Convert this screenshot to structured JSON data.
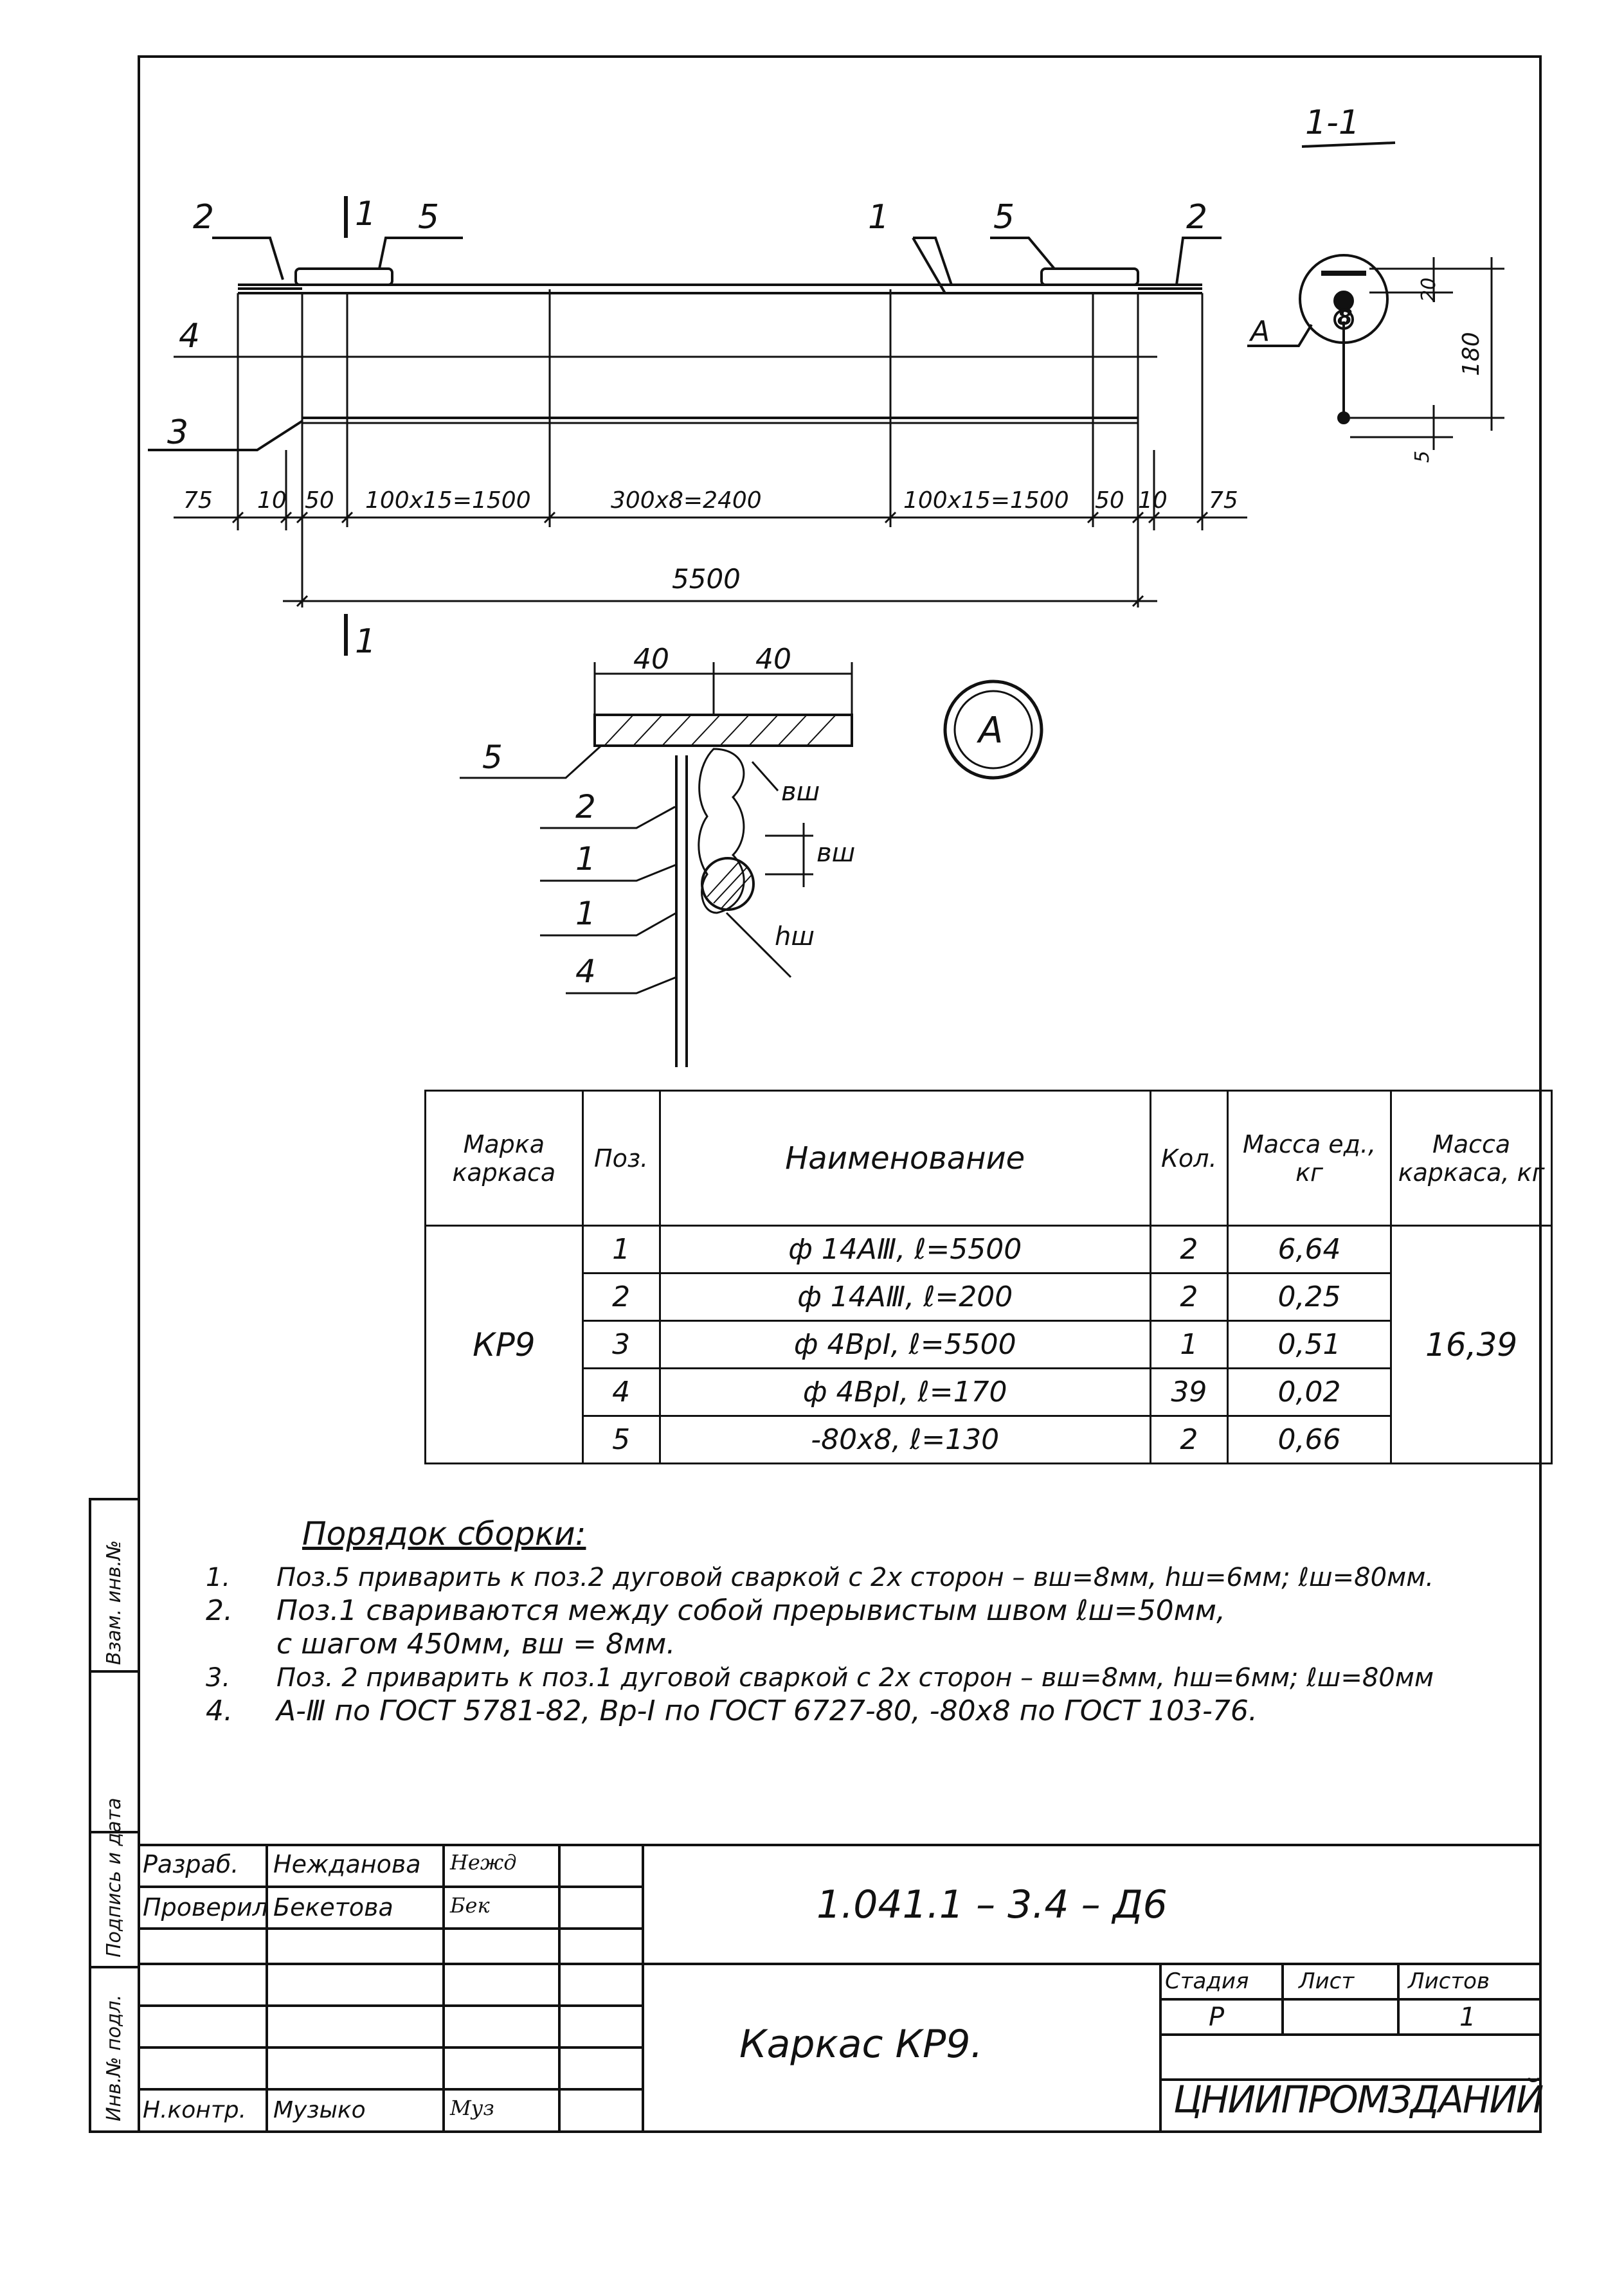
{
  "section_label": "1-1",
  "elevation": {
    "callouts": [
      "2",
      "5",
      "1",
      "5",
      "2",
      "4",
      "3"
    ],
    "cut_label": "1",
    "dims": [
      "75",
      "10",
      "50",
      "100х15=1500",
      "300х8=2400",
      "100х15=1500",
      "50",
      "10",
      "75"
    ],
    "overall_dim": "5500"
  },
  "section": {
    "detail_label": "А",
    "dims": [
      "20",
      "180",
      "5"
    ],
    "callout": "8"
  },
  "detail_a": {
    "bubble": "А",
    "dims": [
      "40",
      "40"
    ],
    "callouts": [
      "5",
      "2",
      "1",
      "1",
      "4"
    ],
    "weld_labels": [
      "вш",
      "вш",
      "hш"
    ]
  },
  "spec_table": {
    "headers": {
      "mark": "Марка каркаса",
      "pos": "Поз.",
      "name": "Наименование",
      "qty": "Кол.",
      "unit_mass": "Масса ед., кг",
      "frame_mass": "Масса каркаса, кг"
    },
    "mark": "КР9",
    "frame_mass": "16,39",
    "rows": [
      {
        "pos": "1",
        "name": "ф 14АⅢ, ℓ=5500",
        "qty": "2",
        "mass": "6,64"
      },
      {
        "pos": "2",
        "name": "ф 14АⅢ, ℓ=200",
        "qty": "2",
        "mass": "0,25"
      },
      {
        "pos": "3",
        "name": "ф 4ВрI, ℓ=5500",
        "qty": "1",
        "mass": "0,51"
      },
      {
        "pos": "4",
        "name": "ф 4ВрI, ℓ=170",
        "qty": "39",
        "mass": "0,02"
      },
      {
        "pos": "5",
        "name": "-80х8, ℓ=130",
        "qty": "2",
        "mass": "0,66"
      }
    ]
  },
  "notes": {
    "title": "Порядок сборки:",
    "items": [
      {
        "num": "1.",
        "lines": [
          "Поз.5 приварить к поз.2 дуговой сваркой с 2х сторон – вш=8мм, hш=6мм; ℓш=80мм."
        ]
      },
      {
        "num": "2.",
        "lines": [
          "Поз.1 свариваются между собой прерывистым швом ℓш=50мм,",
          "с шагом 450мм, вш = 8мм."
        ]
      },
      {
        "num": "3.",
        "lines": [
          "Поз. 2 приварить к поз.1 дуговой сваркой с 2х сторон – вш=8мм, hш=6мм; ℓш=80мм"
        ]
      },
      {
        "num": "4.",
        "lines": [
          "А-Ⅲ по ГОСТ 5781-82,   Вр-I по ГОСТ 6727-80,  -80х8 по ГОСТ 103-76."
        ]
      }
    ]
  },
  "title_block": {
    "roles": [
      {
        "role": "Разраб.",
        "name": "Нежданова",
        "sign": "Нежд"
      },
      {
        "role": "Проверил",
        "name": "Бекетова",
        "sign": "Бек"
      },
      {
        "role": "Н.контр.",
        "name": "Музыко",
        "sign": "Муз"
      }
    ],
    "doc_code": "1.041.1 – 3.4 – Д6",
    "title": "Каркас КР9.",
    "stage_label": "Стадия",
    "sheet_label": "Лист",
    "sheets_label": "Листов",
    "stage": "Р",
    "sheet": "",
    "sheets": "1",
    "org": "ЦНИИПРОМЗДАНИЙ"
  },
  "side_stamp": [
    "Инв.№ подл.",
    "Подпись и дата",
    "Взам. инв.№"
  ]
}
